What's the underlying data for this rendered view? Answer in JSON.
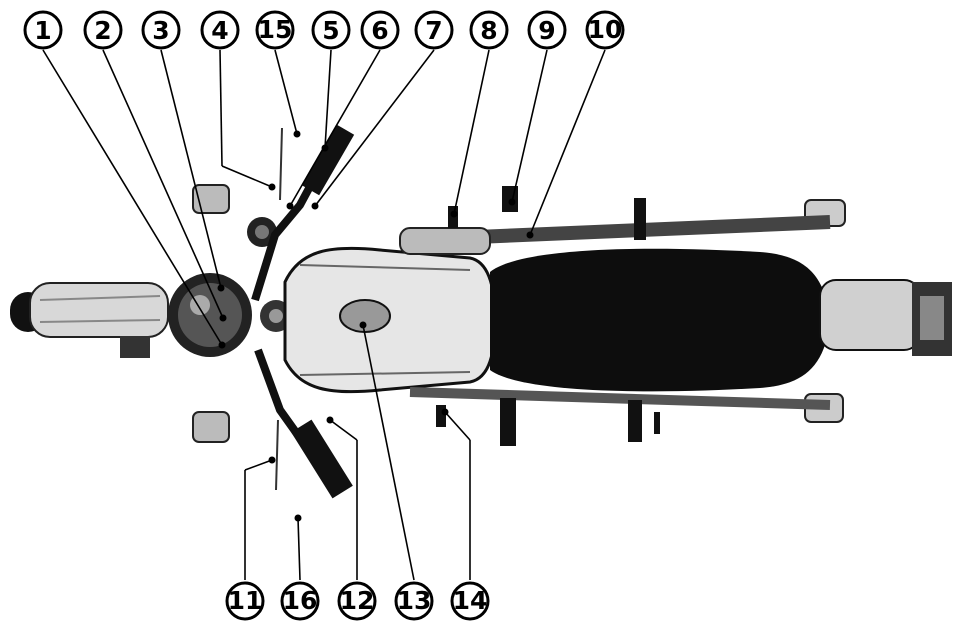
{
  "diagram": {
    "callouts": [
      {
        "id": "callout-1",
        "label": "1"
      },
      {
        "id": "callout-2",
        "label": "2"
      },
      {
        "id": "callout-3",
        "label": "3"
      },
      {
        "id": "callout-4",
        "label": "4"
      },
      {
        "id": "callout-15",
        "label": "15"
      },
      {
        "id": "callout-5",
        "label": "5"
      },
      {
        "id": "callout-6",
        "label": "6"
      },
      {
        "id": "callout-7",
        "label": "7"
      },
      {
        "id": "callout-8",
        "label": "8"
      },
      {
        "id": "callout-9",
        "label": "9"
      },
      {
        "id": "callout-10",
        "label": "10"
      },
      {
        "id": "callout-11",
        "label": "11"
      },
      {
        "id": "callout-16",
        "label": "16"
      },
      {
        "id": "callout-12",
        "label": "12"
      },
      {
        "id": "callout-13",
        "label": "13"
      },
      {
        "id": "callout-14",
        "label": "14"
      }
    ],
    "colors": {
      "ink": "#000000",
      "paper": "#ffffff",
      "metal": "#cfcfcf",
      "shadow": "#6f6f6f"
    }
  }
}
